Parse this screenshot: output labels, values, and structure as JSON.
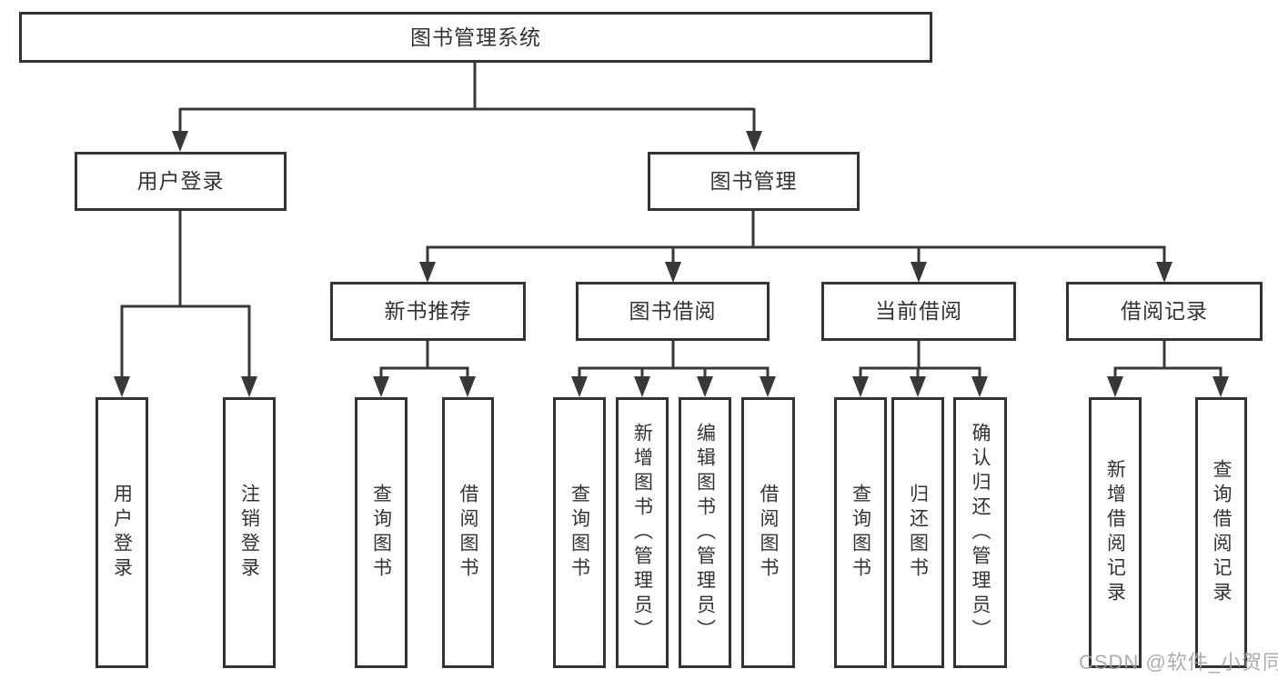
{
  "diagram": {
    "type": "hierarchy",
    "root": {
      "label": "图书管理系统"
    },
    "level2": [
      {
        "label": "用户登录",
        "parent": "图书管理系统"
      },
      {
        "label": "图书管理",
        "parent": "图书管理系统"
      }
    ],
    "level3": [
      {
        "label": "新书推荐",
        "parent": "图书管理"
      },
      {
        "label": "图书借阅",
        "parent": "图书管理"
      },
      {
        "label": "当前借阅",
        "parent": "图书管理"
      },
      {
        "label": "借阅记录",
        "parent": "图书管理"
      }
    ],
    "leaves": [
      {
        "label": "用户登录",
        "parent": "用户登录"
      },
      {
        "label": "注销登录",
        "parent": "用户登录"
      },
      {
        "label": "查询图书",
        "parent": "新书推荐"
      },
      {
        "label": "借阅图书",
        "parent": "新书推荐"
      },
      {
        "label": "查询图书",
        "parent": "图书借阅"
      },
      {
        "label": "新增图书（管理员）",
        "parent": "图书借阅"
      },
      {
        "label": "编辑图书（管理员）",
        "parent": "图书借阅"
      },
      {
        "label": "借阅图书",
        "parent": "图书借阅"
      },
      {
        "label": "查询图书",
        "parent": "当前借阅"
      },
      {
        "label": "归还图书",
        "parent": "当前借阅"
      },
      {
        "label": "确认归还（管理员）",
        "parent": "当前借阅"
      },
      {
        "label": "新增借阅记录",
        "parent": "借阅记录"
      },
      {
        "label": "查询借阅记录",
        "parent": "借阅记录"
      }
    ]
  },
  "watermark": {
    "text": "CSDN @软件_小贺同学"
  },
  "colors": {
    "line": "#383838",
    "box_border": "#333333",
    "box_fill": "#ffffff",
    "text": "#333333",
    "watermark": "#9e9e9e",
    "background": "#ffffff"
  }
}
